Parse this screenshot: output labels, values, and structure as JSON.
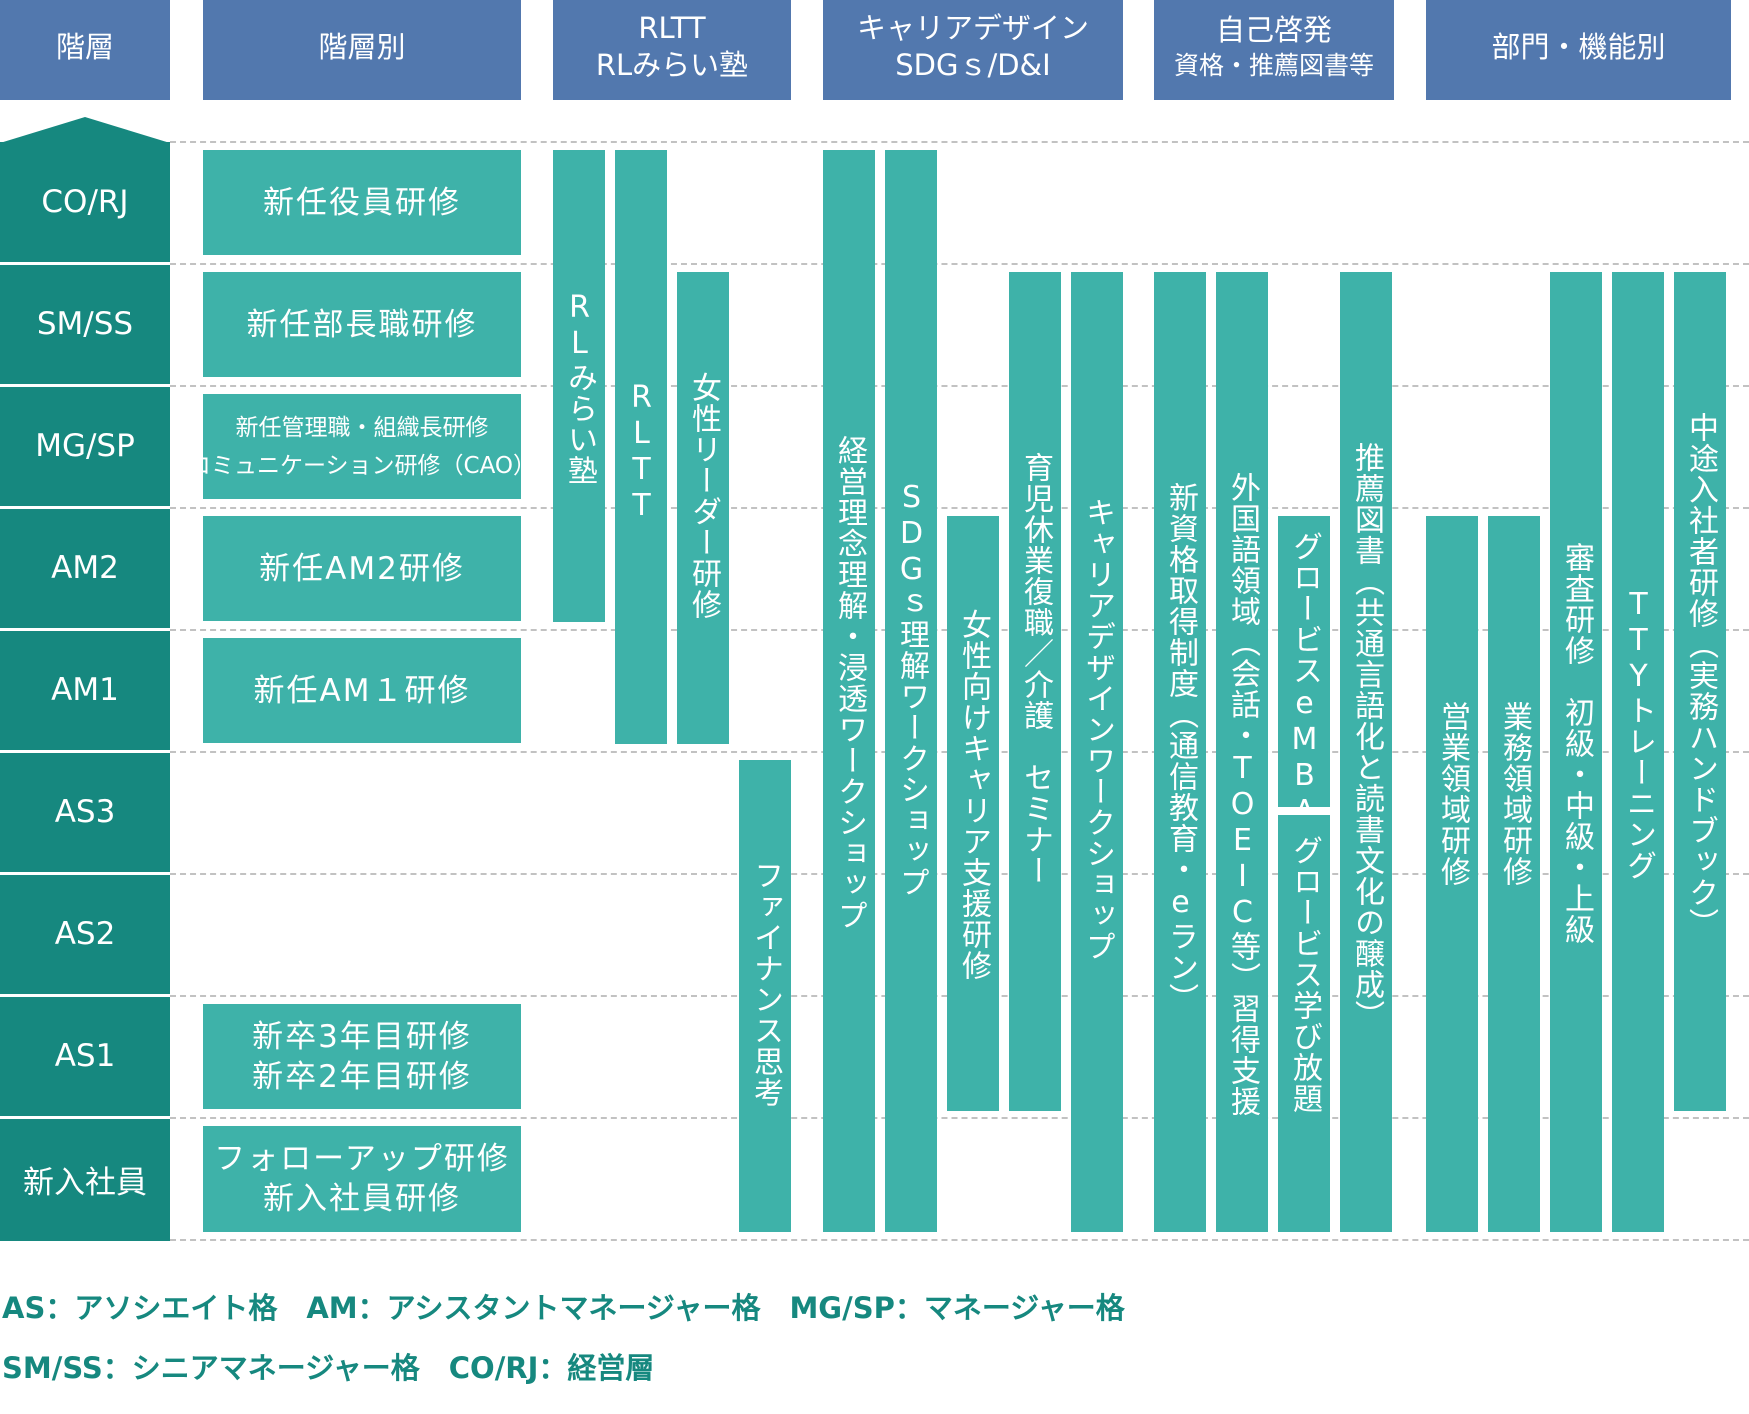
{
  "headers": {
    "level": "階層",
    "by_level": "階層別",
    "rltt_1": "RLTT",
    "rltt_2": "RLみらい塾",
    "career_1": "キャリアデザイン",
    "career_2": "SDGｓ/D&I",
    "self_1": "自己啓発",
    "self_2": "資格・推薦図書等",
    "dept": "部門・機能別"
  },
  "levels": [
    "CO/RJ",
    "SM/SS",
    "MG/SP",
    "AM2",
    "AM1",
    "AS3",
    "AS2",
    "AS1",
    "新入社員"
  ],
  "level_trainings": {
    "co_rj": "新任役員研修",
    "sm_ss": "新任部長職研修",
    "mg_sp_1": "新任管理職・組織長研修",
    "mg_sp_2": "コミュニケーション研修（CAO）",
    "am2": "新任AM2研修",
    "am1": "新任AM１研修",
    "as1_1": "新卒3年目研修",
    "as1_2": "新卒2年目研修",
    "new_1": "フォローアップ研修",
    "new_2": "新入社員研修"
  },
  "programs": {
    "rl_mirai": "RLみらい塾",
    "rltt": "RLTT",
    "women_leader": "女性リーダー研修",
    "finance": "ファイナンス思考",
    "philosophy": "経営理念理解・浸透ワークショップ",
    "sdgs": "SDGｓ理解ワークショップ",
    "women_career": "女性向けキャリア支援研修",
    "childcare": "育児休業復職／介護　セミナー",
    "career_ws": "キャリアデザインワークショップ",
    "qualification": "新資格取得制度（通信教育・eラン）",
    "language": "外国語領域（会話・TOEIC等）習得支援",
    "globis_emba": "グロービスeMBA",
    "globis_learn": "グロービス学び放題",
    "books": "推薦図書（共通言語化と読書文化の醸成）",
    "sales": "営業領域研修",
    "operations": "業務領域研修",
    "review": "審査研修　初級・中級・上級",
    "tty": "TTYトレーニング",
    "midcareer": "中途入社者研修（実務ハンドブック）"
  },
  "legend": {
    "line1": "AS：アソシエイト格　AM：アシスタントマネージャー格　MG/SP：マネージャー格",
    "line2": "SM/SS：シニアマネージャー格　CO/RJ：経営層"
  },
  "colors": {
    "header": "#5278ae",
    "level_column": "#16887f",
    "box": "#3eb2a9",
    "legend_text": "#16887f",
    "dashed_line": "#c2c2c2"
  }
}
